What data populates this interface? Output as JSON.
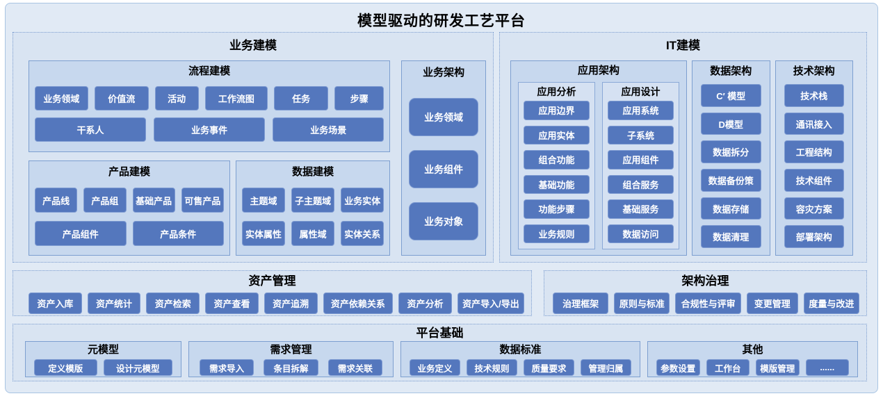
{
  "title": "模型驱动的研发工艺平台",
  "colors": {
    "button": "#5477bd",
    "box_bg": "#c7d8ee",
    "subbox_bg": "#d5e1f2",
    "panel_bg": "#d9e4f2",
    "outer_bg": "#e1eaf5",
    "border": "#7d9fd0",
    "button_text": "#ffffff"
  },
  "business_modeling": {
    "title": "业务建模",
    "process": {
      "title": "流程建模",
      "row1": [
        "业务领域",
        "价值流",
        "活动",
        "工作流图",
        "任务",
        "步骤"
      ],
      "row2": [
        "干系人",
        "业务事件",
        "业务场景"
      ]
    },
    "product": {
      "title": "产品建模",
      "row1": [
        "产品线",
        "产品组",
        "基础产品",
        "可售产品"
      ],
      "row2": [
        "产品组件",
        "产品条件"
      ]
    },
    "data": {
      "title": "数据建模",
      "row1": [
        "主题域",
        "子主题域",
        "业务实体"
      ],
      "row2": [
        "实体属性",
        "属性域",
        "实体关系"
      ]
    },
    "architecture": {
      "title": "业务架构",
      "items": [
        "业务领域",
        "业务组件",
        "业务对象"
      ]
    }
  },
  "it_modeling": {
    "title": "IT建模",
    "app_architecture": {
      "title": "应用架构",
      "analysis": {
        "title": "应用分析",
        "items": [
          "应用边界",
          "应用实体",
          "组合功能",
          "基础功能",
          "功能步骤",
          "业务规则"
        ]
      },
      "design": {
        "title": "应用设计",
        "items": [
          "应用系统",
          "子系统",
          "应用组件",
          "组合服务",
          "基础服务",
          "数据访问"
        ]
      }
    },
    "data_architecture": {
      "title": "数据架构",
      "items": [
        "C′ 模型",
        "D模型",
        "数据拆分",
        "数据备份策",
        "数据存储",
        "数据清理"
      ]
    },
    "tech_architecture": {
      "title": "技术架构",
      "items": [
        "技术栈",
        "通讯接入",
        "工程结构",
        "技术组件",
        "容灾方案",
        "部署架构"
      ]
    }
  },
  "asset_management": {
    "title": "资产管理",
    "items": [
      "资产入库",
      "资产统计",
      "资产检索",
      "资产查看",
      "资产追溯",
      "资产依赖关系",
      "资产分析",
      "资产导入/导出"
    ]
  },
  "governance": {
    "title": "架构治理",
    "items": [
      "治理框架",
      "原则与标准",
      "合规性与评审",
      "变更管理",
      "度量与改进"
    ]
  },
  "platform_base": {
    "title": "平台基础",
    "meta_model": {
      "title": "元模型",
      "items": [
        "定义模版",
        "设计元模型"
      ]
    },
    "requirements": {
      "title": "需求管理",
      "items": [
        "需求导入",
        "条目拆解",
        "需求关联"
      ]
    },
    "data_standards": {
      "title": "数据标准",
      "items": [
        "业务定义",
        "技术规则",
        "质量要求",
        "管理归属"
      ]
    },
    "others": {
      "title": "其他",
      "items": [
        "参数设置",
        "工作台",
        "模版管理",
        "......"
      ]
    }
  }
}
